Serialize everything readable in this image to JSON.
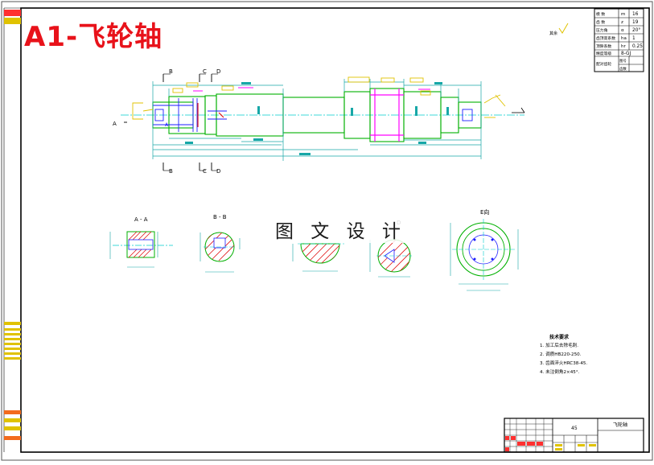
{
  "drawing": {
    "title": "A1-飞轮轴",
    "watermark": "图 文 设 计",
    "roughness_label": "其余",
    "colors": {
      "frame": "#000000",
      "dimension": "#17a7a7",
      "outline": "#00b000",
      "centerline": "#00cccc",
      "annotation": "#e0c200",
      "hatch": "#e01010",
      "title_red": "#e8121a",
      "blue_line": "#1e1eff",
      "highlight": "#ff00ff"
    }
  },
  "param_table": {
    "rows": [
      {
        "name": "模 数",
        "sym": "m",
        "val": "16"
      },
      {
        "name": "齿 数",
        "sym": "z",
        "val": "19"
      },
      {
        "name": "压力角",
        "sym": "α",
        "val": "20°"
      },
      {
        "name": "齿顶高系数",
        "sym": "ha",
        "val": "1"
      },
      {
        "name": "顶隙系数",
        "sym": "hr",
        "val": "0.25"
      },
      {
        "name": "精度等级",
        "sym": "",
        "val": "8-GJ"
      }
    ],
    "mating_label": "配对齿轮",
    "mating_sub": [
      "图号",
      "齿数"
    ]
  },
  "section_labels": {
    "aa": "A - A",
    "bb": "B - B",
    "dd": "D",
    "e": "E向",
    "cut_b": "B",
    "cut_c": "C",
    "cut_d": "D",
    "cut_a": "A"
  },
  "notes": {
    "heading": "技术要求",
    "items": [
      "1. 加工后去除毛刺.",
      "2. 调质HB220-250.",
      "3. 齿面淬火HRC38-45.",
      "4. 未注倒角2×45°."
    ]
  },
  "title_block": {
    "material": "45",
    "part_name": "飞轮轴"
  }
}
